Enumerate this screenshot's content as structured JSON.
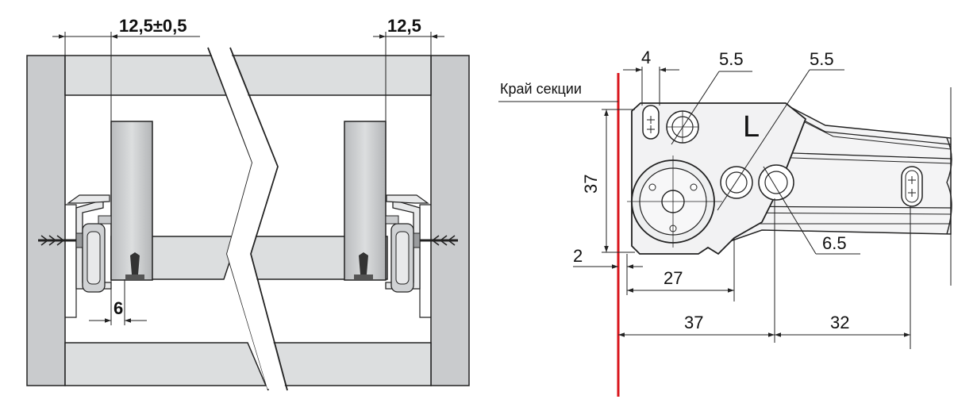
{
  "left_view": {
    "dim_gap": "12,5±0,5",
    "dim_right": "12,5",
    "dim_bottom": "6"
  },
  "right_view": {
    "edge_label": "Край секции",
    "dim_slot_width": "4",
    "dim_hole_a": "5.5",
    "dim_hole_b": "5.5",
    "dim_hole_c": "6.5",
    "dim_height": "37",
    "dim_offset": "2",
    "dim_27": "27",
    "dim_37": "37",
    "dim_32": "32",
    "side_mark": "L"
  },
  "colors": {
    "panel_fill": "#c9cbcd",
    "panel_light": "#dcdedf",
    "line": "#222222",
    "edge_red": "#d8141b",
    "metal": "#e8e9ea"
  }
}
